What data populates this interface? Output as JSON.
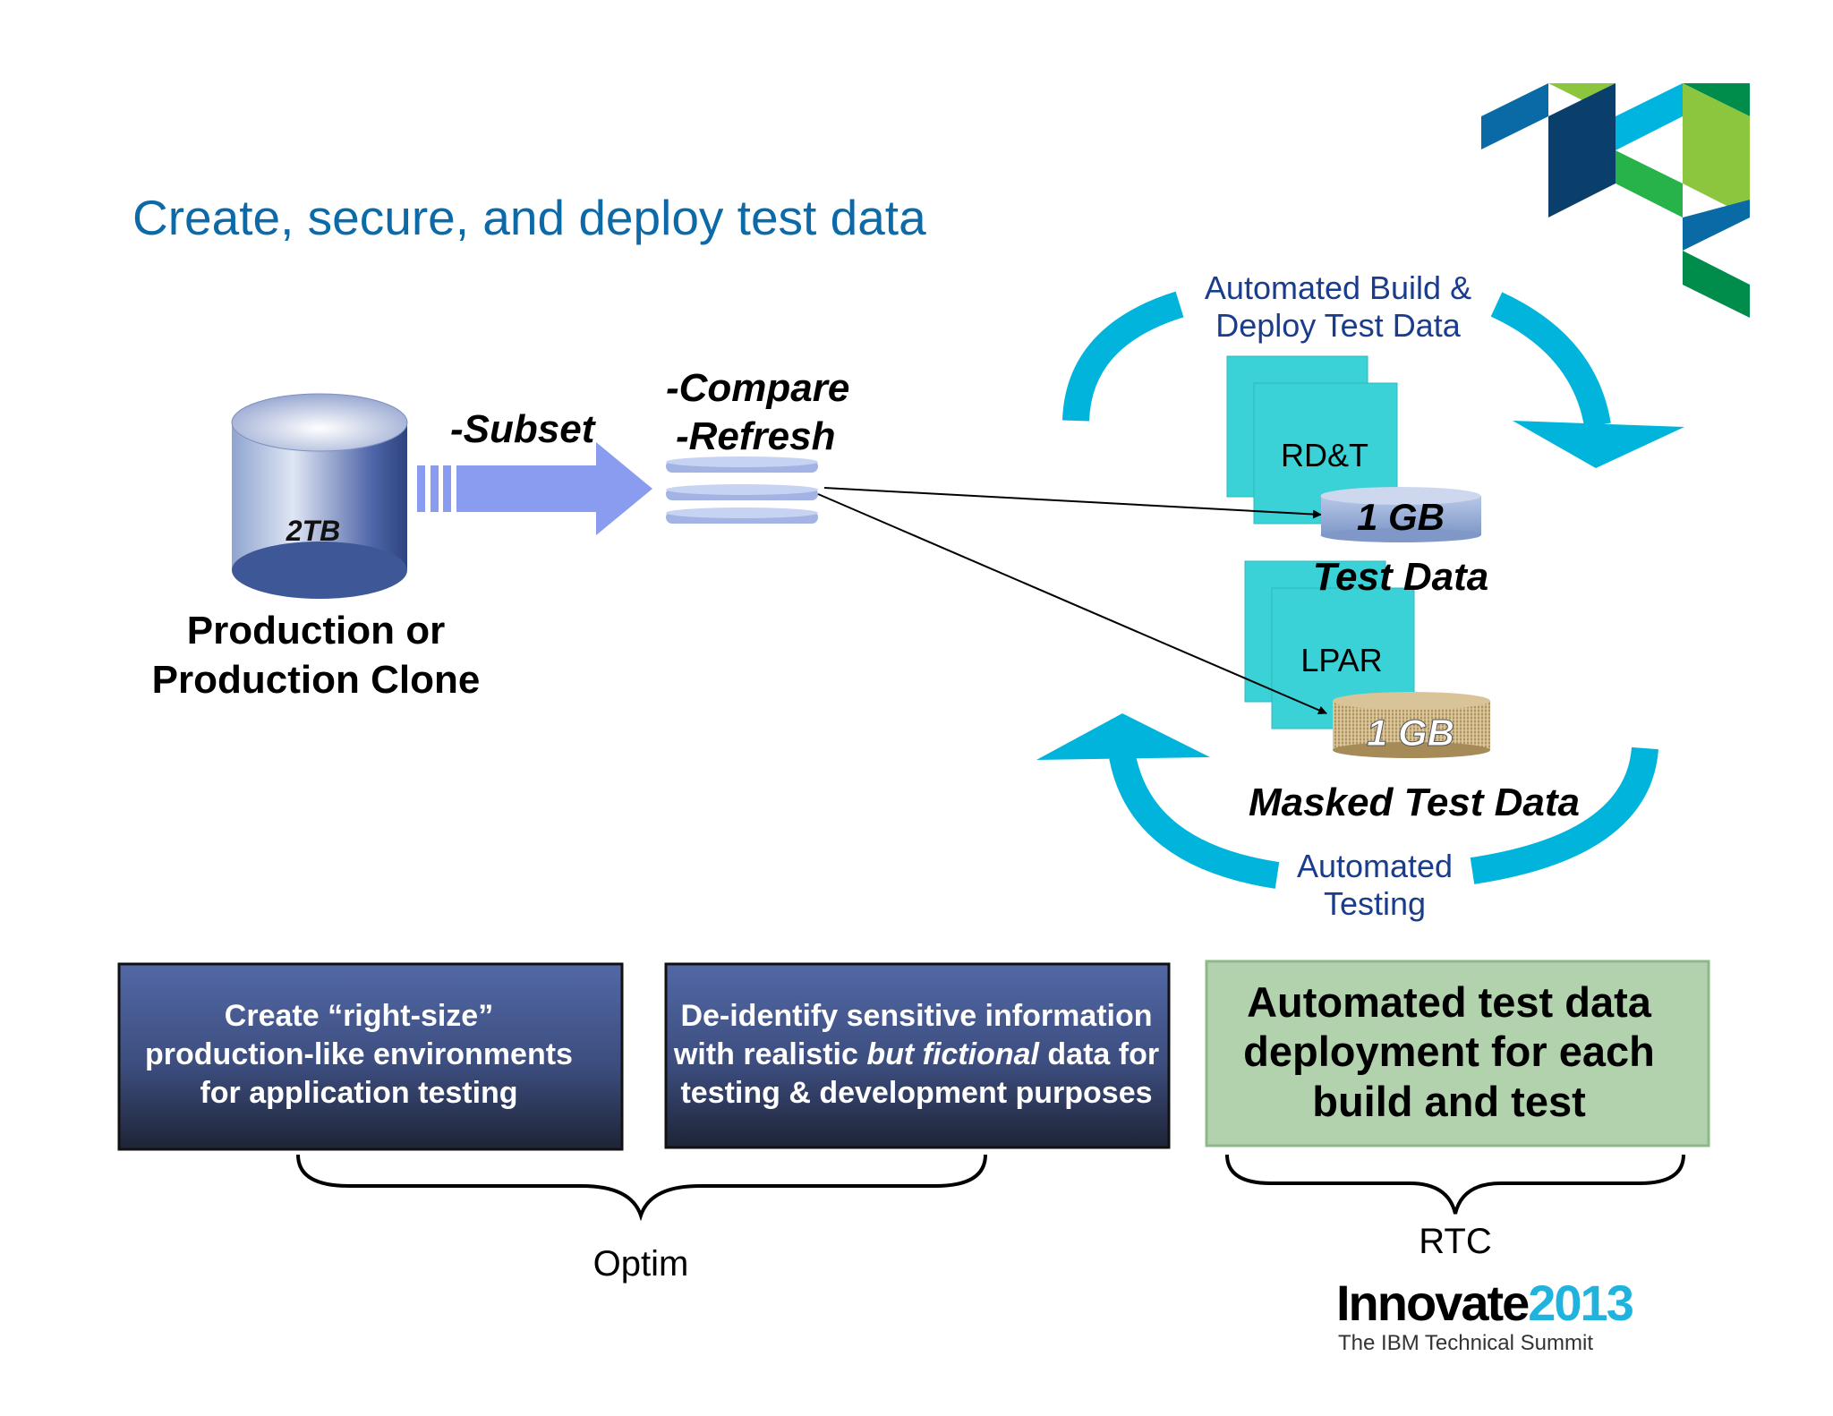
{
  "title": "Create, secure, and deploy test data",
  "source": {
    "size_label": "2TB",
    "caption_line1": "Production or",
    "caption_line2": "Production Clone"
  },
  "subset_label": "-Subset",
  "compare_label": "-Compare",
  "refresh_label": "-Refresh",
  "cycle": {
    "top_line1": "Automated Build &",
    "top_line2": "Deploy Test Data",
    "bottom_line1": "Automated",
    "bottom_line2": "Testing"
  },
  "targets": [
    {
      "system": "RD&T",
      "size": "1 GB",
      "caption": "Test Data"
    },
    {
      "system": "LPAR",
      "size": "1 GB",
      "caption": "Masked Test Data"
    }
  ],
  "boxes": [
    {
      "lines": [
        "Create “right-size”",
        "production-like environments",
        "for application testing"
      ]
    },
    {
      "line1": "De-identify sensitive information",
      "line2_a": "with realistic ",
      "line2_b": "but fictional",
      "line2_c": " data for",
      "line3": "testing & development purposes"
    },
    {
      "lines": [
        "Automated test data",
        "deployment  for each",
        "build and test"
      ]
    }
  ],
  "brace_labels": {
    "left": "Optim",
    "right": "RTC"
  },
  "logo": {
    "word": "Innovate",
    "year": "2013",
    "tagline": "The IBM Technical Summit"
  },
  "colors": {
    "title": "#0d6aa8",
    "cycle_arrow": "#00b4dc",
    "server": "#3ad2d6",
    "box_dark": "#4a5f9c",
    "box_green": "#b2d2ae",
    "arrow": "#8a9cf0",
    "cycle_text": "#1a3c8c"
  }
}
